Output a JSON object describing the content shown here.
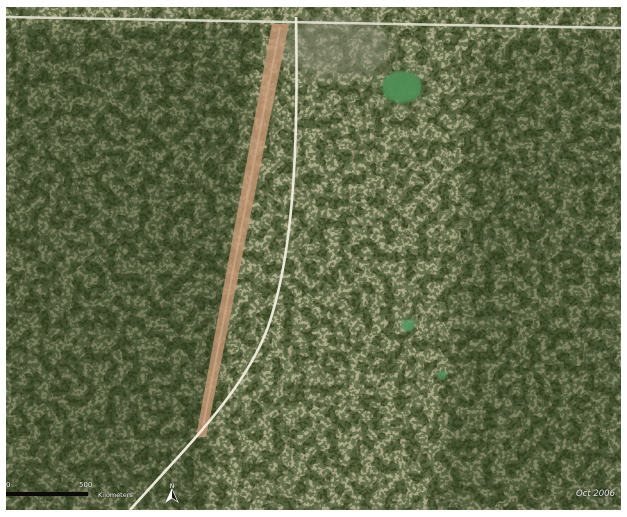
{
  "map": {
    "view": "satellite",
    "scale": {
      "zero_label": "0",
      "max_label": "500",
      "unit_label": "Kilometers"
    },
    "north_label": "N",
    "date_label": "Oct 2006",
    "colors": {
      "vegetation_dark": "#2d3a1a",
      "vegetation_mid": "#4a5526",
      "ground_tan": "#8f8a5a",
      "pond_green": "#4f8f55",
      "airstrip": "#c89a78",
      "track": "#e9e6d6"
    }
  }
}
